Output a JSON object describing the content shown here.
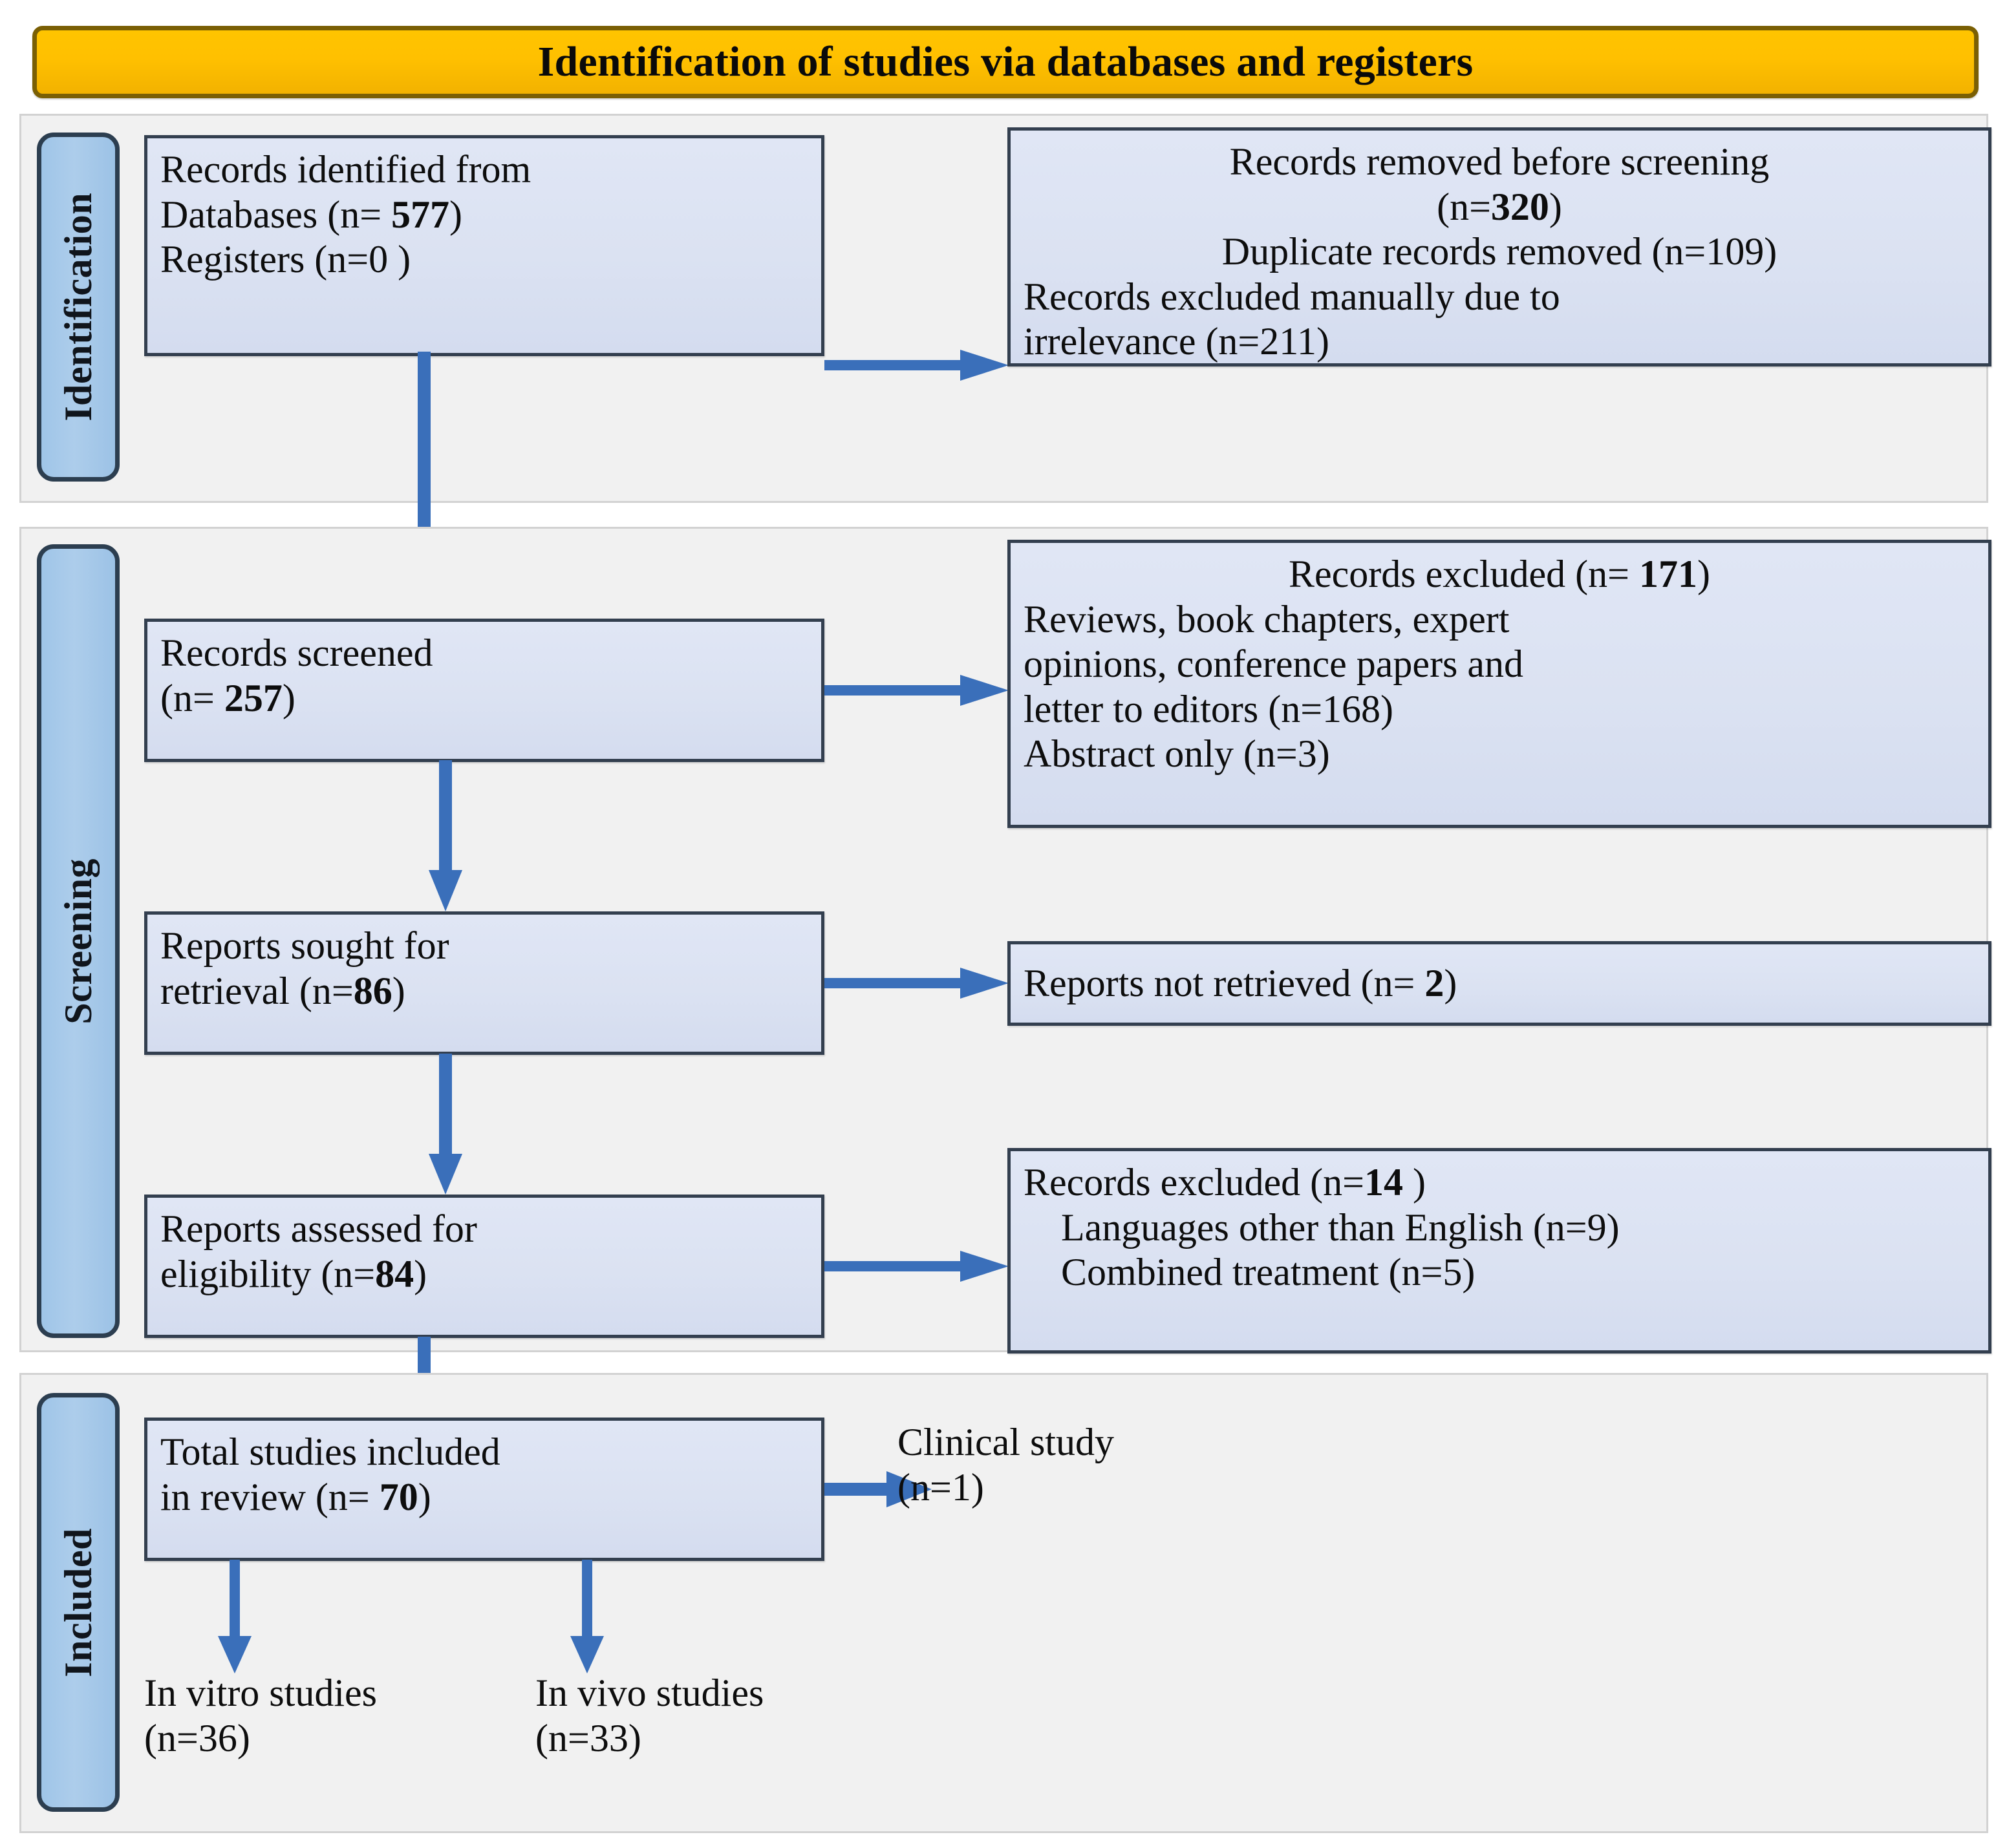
{
  "banner": {
    "title": "Identification of studies via databases and registers",
    "fill": "#FFC000",
    "border": "#7A5F04"
  },
  "theme": {
    "box_fill": "#DBE2F2",
    "box_border": "#333F4F",
    "pill_fill": "#A8CBE9",
    "pill_border": "#2C3E50",
    "arrow": "#3A6FBA",
    "section_fill": "#F1F1F1"
  },
  "stages": [
    {
      "key": "identification",
      "label": "Identification"
    },
    {
      "key": "screening",
      "label": "Screening"
    },
    {
      "key": "included",
      "label": "Included"
    }
  ],
  "boxes": {
    "records_identified": {
      "name": "records-identified-from",
      "lines": [
        {
          "text": "Records identified from",
          "bold": ""
        },
        {
          "text": "Databases (n= 577)"
        },
        {
          "text": "Registers (n=0 )"
        }
      ],
      "line1": "Records identified from",
      "line2_pre": "Databases (n= ",
      "line2_num": "577",
      "line2_post": ")",
      "line3": "Registers (n=0 )"
    },
    "records_removed": {
      "name": "records-removed-before-screening",
      "line1": "Records removed before screening",
      "line2_pre": "(n=",
      "line2_num": "320",
      "line2_post": ")",
      "line3": "Duplicate records removed (n=109)",
      "line4": "Records excluded manually due to",
      "line5": "irrelevance (n=211)"
    },
    "records_screened": {
      "name": "records-screened",
      "line1": "Records screened",
      "line2_pre": "(n= ",
      "line2_num": "257",
      "line2_post": ")"
    },
    "records_excluded_171": {
      "name": "records-excluded-screening",
      "line1_pre": "Records excluded (n= ",
      "line1_num": "171",
      "line1_post": ")",
      "line2": "Reviews, book chapters, expert",
      "line3": "opinions, conference papers and",
      "line4": "letter to editors (n=168)",
      "line5": "Abstract only (n=3)"
    },
    "reports_sought": {
      "name": "reports-sought-for-retrieval",
      "line1": "Reports sought for",
      "line2_pre": "retrieval (n=",
      "line2_num": "86",
      "line2_post": ")"
    },
    "reports_not_retrieved": {
      "name": "reports-not-retrieved",
      "line1_pre": "Reports not retrieved (n= ",
      "line1_num": "2",
      "line1_post": ")"
    },
    "reports_assessed": {
      "name": "reports-assessed-for-eligibility",
      "line1": "Reports assessed for",
      "line2_pre": "eligibility (n=",
      "line2_num": "84",
      "line2_post": ")"
    },
    "records_excluded_14": {
      "name": "records-excluded-eligibility",
      "line1_pre": "Records excluded (n=",
      "line1_num": "14",
      "line1_post": " )",
      "line2": "Languages other than English (n=9)",
      "line3": "Combined treatment (n=5)"
    },
    "total_included": {
      "name": "total-studies-included",
      "line1": "Total studies included",
      "line2_pre": "in review (n= ",
      "line2_num": "70",
      "line2_post": ")"
    }
  },
  "labels": {
    "clinical_study": {
      "name": "clinical-study-label",
      "line1": "Clinical study",
      "line2": "(n=1)"
    },
    "in_vitro": {
      "name": "in-vitro-studies-label",
      "line1": "In vitro studies",
      "line2": "(n=36)"
    },
    "in_vivo": {
      "name": "in-vivo-studies-label",
      "line1": "In vivo studies",
      "line2": "(n=33)"
    }
  },
  "chart_data": {
    "type": "diagram",
    "title": "Identification of studies via databases and registers",
    "stages": [
      "Identification",
      "Screening",
      "Included"
    ],
    "nodes": [
      {
        "id": "records_identified",
        "stage": "Identification",
        "label": "Records identified from Databases (n= 577); Registers (n=0 )",
        "n_databases": 577,
        "n_registers": 0
      },
      {
        "id": "records_removed",
        "stage": "Identification",
        "label": "Records removed before screening (n=320)",
        "n": 320,
        "breakdown": [
          {
            "label": "Duplicate records removed",
            "n": 109
          },
          {
            "label": "Records excluded manually due to irrelevance",
            "n": 211
          }
        ]
      },
      {
        "id": "records_screened",
        "stage": "Screening",
        "label": "Records screened (n= 257)",
        "n": 257
      },
      {
        "id": "records_excluded_171",
        "stage": "Screening",
        "label": "Records excluded (n= 171)",
        "n": 171,
        "breakdown": [
          {
            "label": "Reviews, book chapters, expert opinions, conference papers and letter to editors",
            "n": 168
          },
          {
            "label": "Abstract only",
            "n": 3
          }
        ]
      },
      {
        "id": "reports_sought",
        "stage": "Screening",
        "label": "Reports sought for retrieval (n=86)",
        "n": 86
      },
      {
        "id": "reports_not_retrieved",
        "stage": "Screening",
        "label": "Reports not retrieved (n= 2)",
        "n": 2
      },
      {
        "id": "reports_assessed",
        "stage": "Screening",
        "label": "Reports assessed for eligibility (n=84)",
        "n": 84
      },
      {
        "id": "records_excluded_14",
        "stage": "Screening",
        "label": "Records excluded (n=14 )",
        "n": 14,
        "breakdown": [
          {
            "label": "Languages other than English",
            "n": 9
          },
          {
            "label": "Combined treatment",
            "n": 5
          }
        ]
      },
      {
        "id": "total_included",
        "stage": "Included",
        "label": "Total studies included in review (n= 70)",
        "n": 70
      },
      {
        "id": "clinical_study",
        "stage": "Included",
        "label": "Clinical study (n=1)",
        "n": 1
      },
      {
        "id": "in_vitro",
        "stage": "Included",
        "label": "In vitro studies (n=36)",
        "n": 36
      },
      {
        "id": "in_vivo",
        "stage": "Included",
        "label": "In vivo studies (n=33)",
        "n": 33
      }
    ],
    "edges": [
      {
        "from": "records_identified",
        "to": "records_removed",
        "dir": "right"
      },
      {
        "from": "records_identified",
        "to": "records_screened",
        "dir": "down"
      },
      {
        "from": "records_screened",
        "to": "records_excluded_171",
        "dir": "right"
      },
      {
        "from": "records_screened",
        "to": "reports_sought",
        "dir": "down"
      },
      {
        "from": "reports_sought",
        "to": "reports_not_retrieved",
        "dir": "right"
      },
      {
        "from": "reports_sought",
        "to": "reports_assessed",
        "dir": "down"
      },
      {
        "from": "reports_assessed",
        "to": "records_excluded_14",
        "dir": "right"
      },
      {
        "from": "reports_assessed",
        "to": "total_included",
        "dir": "down"
      },
      {
        "from": "total_included",
        "to": "clinical_study",
        "dir": "right"
      },
      {
        "from": "total_included",
        "to": "in_vitro",
        "dir": "down"
      },
      {
        "from": "total_included",
        "to": "in_vivo",
        "dir": "down"
      }
    ]
  }
}
